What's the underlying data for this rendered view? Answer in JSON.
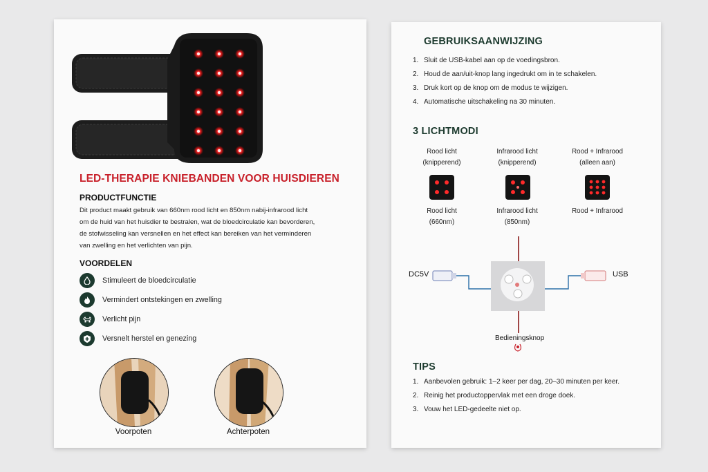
{
  "left": {
    "title": "LED-THERAPIE KNIEBANDEN VOOR HUISDIEREN",
    "function_heading": "PRODUCTFUNCTIE",
    "description": [
      "Dit product maakt gebruik van 660nm rood licht en 850nm nabij-infrarood licht",
      "om de huid van het huisdier te bestralen, wat de bloedcirculatie kan bevorderen,",
      "de stofwisseling kan versnellen en het effect kan bereiken van het verminderen",
      "van zwelling en het verlichten van pijn."
    ],
    "advantages_heading": "VOORDELEN",
    "advantages": [
      {
        "icon": "drop-icon",
        "text": "Stimuleert de bloedcirculatie"
      },
      {
        "icon": "flame-icon",
        "text": "Vermindert ontstekingen en zwelling"
      },
      {
        "icon": "dog-icon",
        "text": "Verlicht pijn"
      },
      {
        "icon": "shield-plus-icon",
        "text": "Versnelt herstel en genezing"
      }
    ],
    "captions": {
      "front": "Voorpoten",
      "back": "Achterpoten"
    }
  },
  "right": {
    "guide_heading": "GEBRUIKSAANWIJZING",
    "steps": [
      "Sluit de USB-kabel aan op de voedingsbron.",
      "Houd de aan/uit-knop lang ingedrukt om in te schakelen.",
      "Druk kort op de knop om de modus te wijzigen.",
      "Automatische uitschakeling na 30 minuten."
    ],
    "modes_heading": "3 LICHTMODI",
    "modes": [
      {
        "top1": "Rood licht",
        "top2": "(knipperend)",
        "bottom1": "Rood licht",
        "bottom2": "(660nm)"
      },
      {
        "top1": "Infrarood licht",
        "top2": "(knipperend)",
        "bottom1": "Infrarood licht",
        "bottom2": "(850nm)"
      },
      {
        "top1": "Rood + Infrarood",
        "top2": "(alleen aan)",
        "bottom1": "Rood + Infrarood",
        "bottom2": ""
      }
    ],
    "diagram": {
      "dc_label": "DC5V",
      "usb_label": "USB",
      "control_label": "Bedieningsknop"
    },
    "tips_heading": "TIPS",
    "tips": [
      "Aanbevolen gebruik: 1–2 keer per dag, 20–30 minuten per keer.",
      "Reinig het productoppervlak met een droge doek.",
      "Vouw het LED-gedeelte niet op."
    ]
  },
  "colors": {
    "accent_red": "#c8202a",
    "heading_green": "#1d3b2f",
    "led_red": "#ff2a2a"
  }
}
